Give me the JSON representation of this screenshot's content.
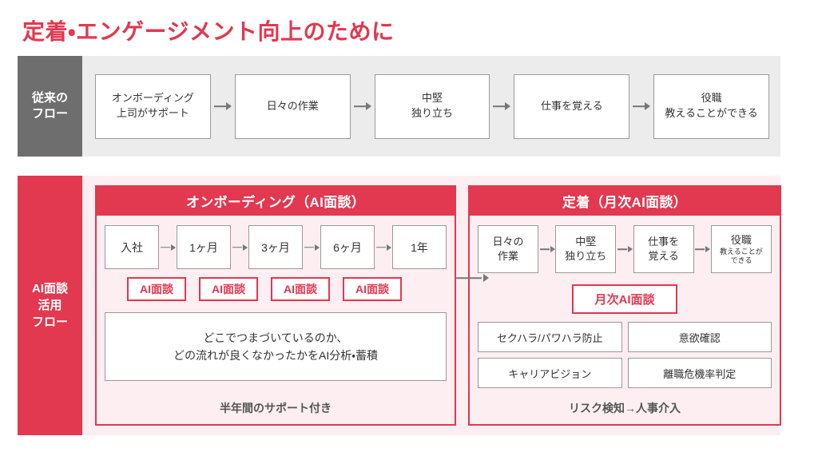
{
  "title": "定着・エンゲージメント向上のために",
  "colors": {
    "accent_red": "#e23850",
    "pale_pink": "#fceef1",
    "gray_label": "#6e6e6e",
    "gray_band": "#ececec",
    "box_border": "#9a9a9a"
  },
  "legacy_row": {
    "label_line1": "従来の",
    "label_line2": "フロー",
    "boxes": [
      {
        "line1": "オンボーディング",
        "line2": "上司がサポート"
      },
      {
        "line1": "日々の作業",
        "line2": ""
      },
      {
        "line1": "中堅",
        "line2": "独り立ち"
      },
      {
        "line1": "仕事を覚える",
        "line2": ""
      },
      {
        "line1": "役職",
        "line2": "教えることができる"
      }
    ]
  },
  "ai_row": {
    "label_line1": "AI面談",
    "label_line2": "活用",
    "label_line3": "フロー",
    "onboarding": {
      "header": "オンボーディング（AI面談）",
      "timeline": [
        "入社",
        "1ヶ月",
        "3ヶ月",
        "6ヶ月",
        "1年"
      ],
      "badges": [
        "AI面談",
        "AI面談",
        "AI面談",
        "AI面談"
      ],
      "analysis_line1": "どこでつまづいているのか、",
      "analysis_line2": "どの流れが良くなかったかをAI分析・蓄積",
      "footer": "半年間のサポート付き"
    },
    "retention": {
      "header": "定着（月次AI面談）",
      "flow": [
        {
          "line1": "日々の",
          "line2": "作業",
          "small": ""
        },
        {
          "line1": "中堅",
          "line2": "独り立ち",
          "small": ""
        },
        {
          "line1": "仕事を",
          "line2": "覚える",
          "small": ""
        },
        {
          "line1": "役職",
          "line2": "",
          "small": "教えることが\nできる"
        }
      ],
      "monthly_badge": "月次AI面談",
      "topics": [
        "セクハラ/パワハラ防止",
        "意欲確認",
        "キャリアビジョン",
        "離職危機率判定"
      ],
      "footer": "リスク検知→人事介入"
    }
  }
}
